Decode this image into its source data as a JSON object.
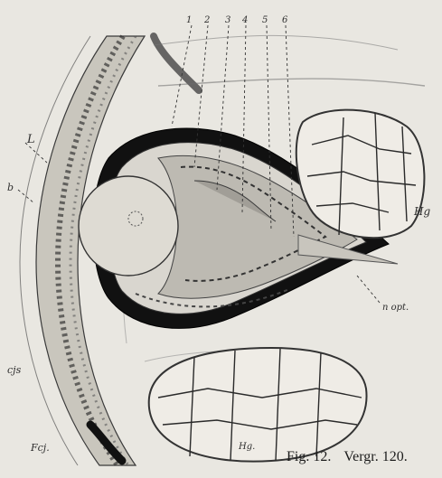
{
  "figure": {
    "caption_fig": "Fig. 12.",
    "caption_magnification": "Vergr. 120."
  },
  "labels": {
    "L": "L",
    "b": "b",
    "cjs": "cjs",
    "fcj": "Fcj.",
    "hg_upper": "Hg",
    "hg_lower": "Hg.",
    "n_opt": "n opt."
  },
  "layer_numbers": [
    "1",
    "2",
    "3",
    "4",
    "5",
    "6"
  ]
}
